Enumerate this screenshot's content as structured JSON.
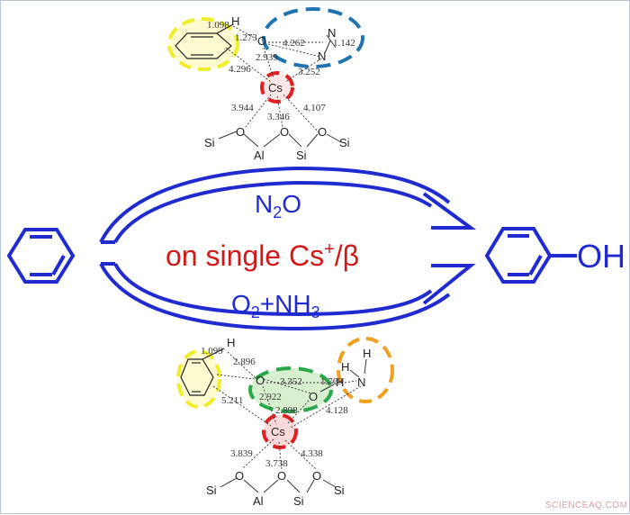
{
  "reaction": {
    "oxidant_top": "N2O",
    "catalyst_label": "on single Cs+/β",
    "oxidant_bottom": "O2+NH3",
    "product_group": "OH"
  },
  "top_complex": {
    "atoms": {
      "H": "H",
      "O": "O",
      "N1": "N",
      "N2": "N",
      "Cs": "Cs",
      "Si_left": "Si",
      "Al": "Al",
      "Si_mid": "Si",
      "Si_right": "Si",
      "O1": "O",
      "O2": "O",
      "O3": "O"
    },
    "distances": [
      "1.098",
      "1.273",
      "4.262",
      "1.142",
      "2.939",
      "4.296",
      "3.252",
      "3.944",
      "3.346",
      "4.107"
    ]
  },
  "bottom_complex": {
    "atoms": {
      "H": "H",
      "O1": "O",
      "O2": "O",
      "H_N1": "H",
      "H_N2": "H",
      "N": "N",
      "Cs": "Cs",
      "Si_left": "Si",
      "Al": "Al",
      "Si_mid": "Si",
      "Si_right": "Si",
      "Of1": "O",
      "Of2": "O",
      "Of3": "O",
      "H_OH": "H"
    },
    "distances": [
      "1.099",
      "2.896",
      "3.352",
      "1.769",
      "2.922",
      "5.211",
      "2.898",
      "4.128",
      "3.839",
      "3.738",
      "4.338"
    ]
  },
  "watermark": "SCIENCEAQ.COM",
  "colors": {
    "arrow": "#1f2bd0",
    "catalyst": "#d01a1a",
    "yellow": "#f0ee2a",
    "blue": "#1f73b0",
    "red": "#e02020",
    "green": "#29a84a",
    "orange": "#f0a020"
  }
}
